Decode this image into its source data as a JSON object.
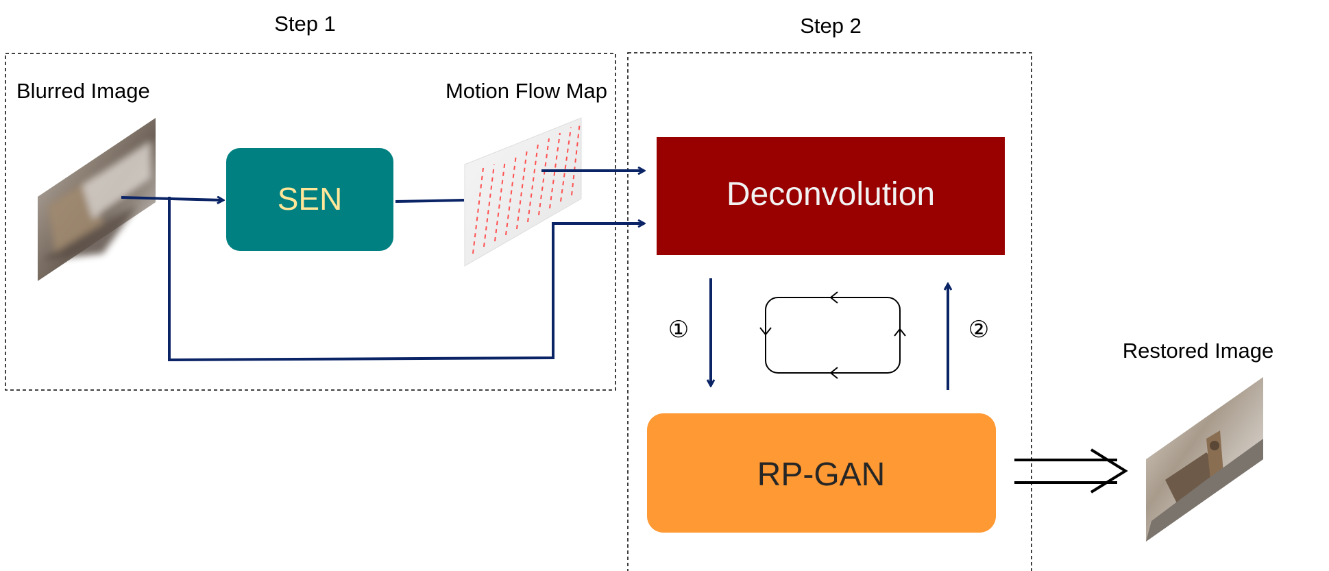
{
  "steps": {
    "step1": "Step 1",
    "step2": "Step 2"
  },
  "labels": {
    "blurred_image": "Blurred Image",
    "motion_flow_map": "Motion Flow Map",
    "restored_image": "Restored Image"
  },
  "blocks": {
    "sen": "SEN",
    "deconvolution": "Deconvolution",
    "rpgan": "RP-GAN"
  },
  "markers": {
    "one": "①",
    "two": "②"
  },
  "colors": {
    "sen_fill": "#008080",
    "sen_text": "#FFE699",
    "deconvolution_fill": "#990000",
    "deconvolution_text": "#F2F2F2",
    "rpgan_fill": "#FF9933",
    "rpgan_text": "#262626",
    "arrow_navy": "#0B2466",
    "flow_dash": "#FF5050"
  }
}
